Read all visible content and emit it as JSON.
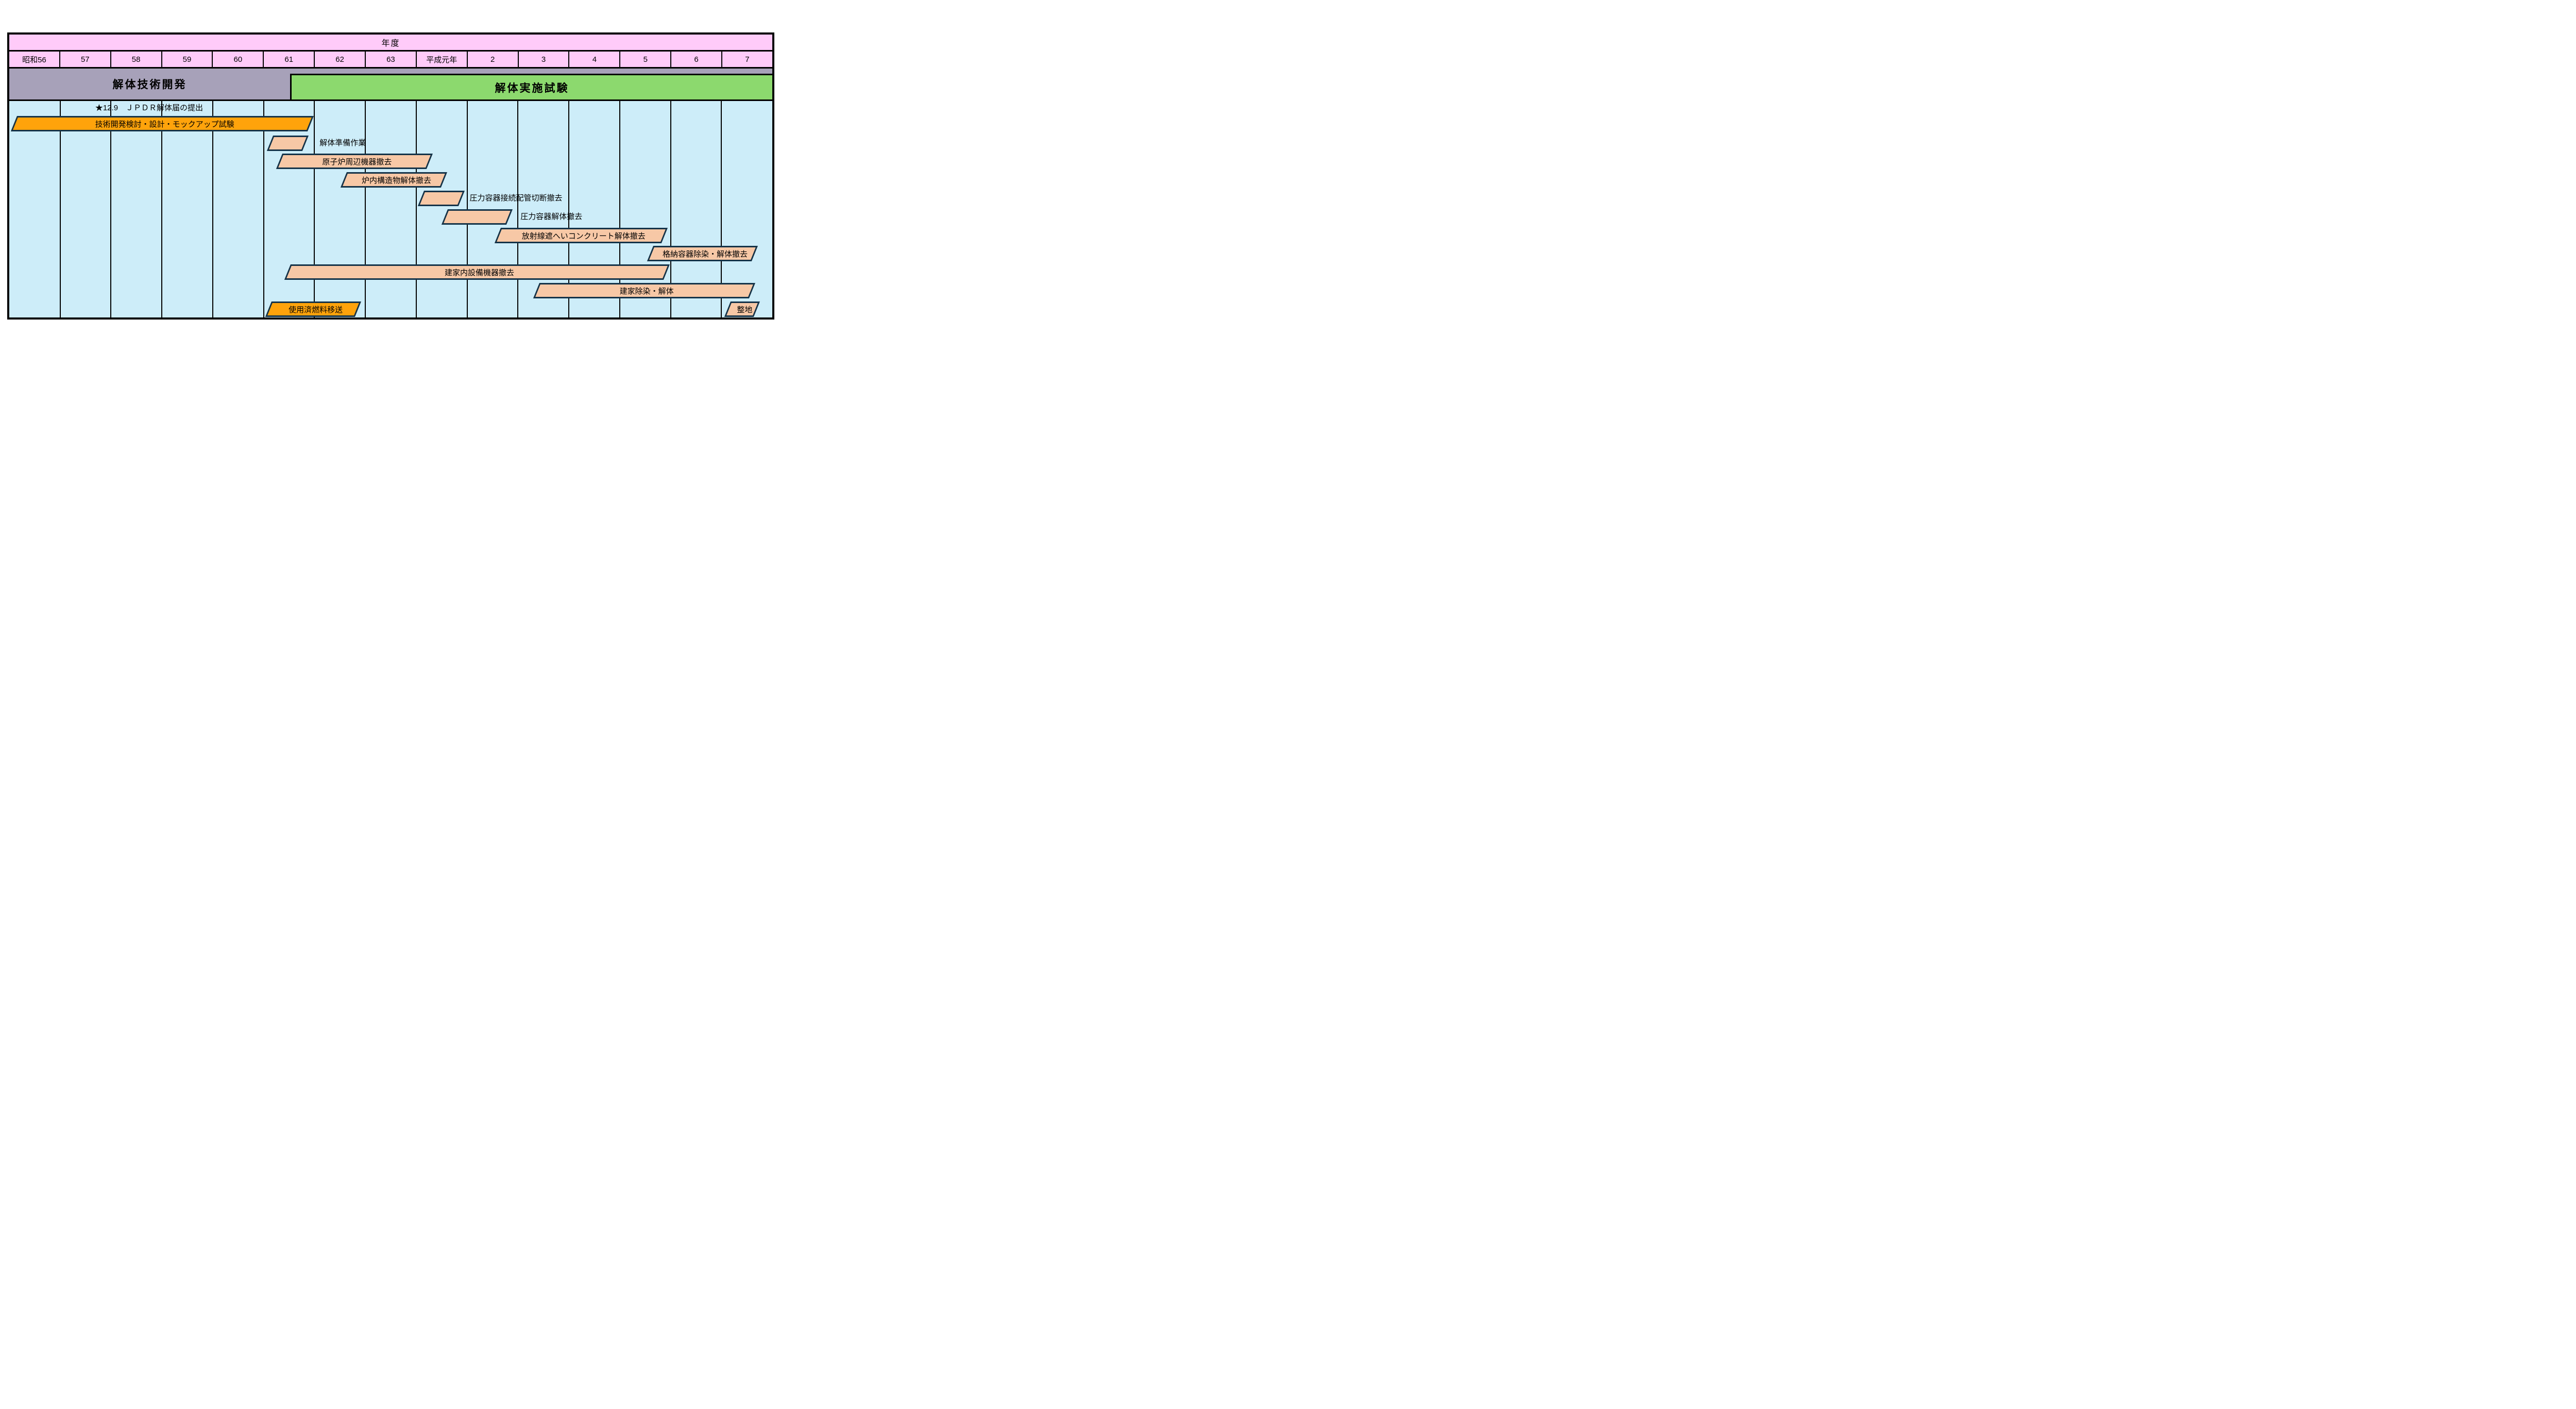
{
  "chart_data": {
    "type": "gantt",
    "title": "年度",
    "x_axis": {
      "unit": "fiscal-year",
      "categories": [
        "昭和56",
        "57",
        "58",
        "59",
        "60",
        "61",
        "62",
        "63",
        "平成元年",
        "2",
        "3",
        "4",
        "5",
        "6",
        "7"
      ],
      "range": [
        0,
        15
      ],
      "grid": true
    },
    "phases": [
      {
        "label": "解体技術開発",
        "start": 0,
        "end": 5.52,
        "color_key": "phase_dev_purple"
      },
      {
        "label": "解体実施試験",
        "start": 5.52,
        "end": 15,
        "color_key": "phase_exec_green"
      }
    ],
    "milestones": [
      {
        "label": "★12.9　ＪＰＤＲ解体届の提出",
        "x": 1.69,
        "row": 0
      }
    ],
    "tasks": [
      {
        "label": "技術開発検討・設計・モックアップ試験",
        "row": 1,
        "start": 0.15,
        "end": 5.98,
        "color": "orange",
        "label_pos": "inside"
      },
      {
        "label": "解体準備作業",
        "row": 2,
        "start": 5.19,
        "end": 5.89,
        "color": "peach",
        "label_pos": "right",
        "label_x": 6.1
      },
      {
        "label": "原子炉周辺機器撤去",
        "row": 3,
        "start": 5.37,
        "end": 8.33,
        "color": "peach",
        "label_pos": "inside"
      },
      {
        "label": "炉内構造物解体撤去",
        "row": 4,
        "start": 6.63,
        "end": 8.61,
        "color": "peach",
        "label_pos": "inside"
      },
      {
        "label": "圧力容器接続配管切断撤去",
        "row": 5,
        "start": 8.15,
        "end": 8.95,
        "color": "peach",
        "label_pos": "right",
        "label_x": 9.05
      },
      {
        "label": "圧力容器解体撤去",
        "row": 6,
        "start": 8.62,
        "end": 9.9,
        "color": "peach",
        "label_pos": "right",
        "label_x": 10.05
      },
      {
        "label": "放射線遮へいコンクリート解体撤去",
        "row": 7,
        "start": 9.66,
        "end": 12.94,
        "color": "peach",
        "label_pos": "inside"
      },
      {
        "label": "格納容器除染・解体撤去",
        "row": 8,
        "start": 12.66,
        "end": 14.72,
        "color": "peach",
        "label_pos": "inside"
      },
      {
        "label": "建家内設備機器撤去",
        "row": 9,
        "start": 5.53,
        "end": 12.98,
        "color": "peach",
        "label_pos": "inside"
      },
      {
        "label": "建家除染・解体",
        "row": 10,
        "start": 10.42,
        "end": 14.66,
        "color": "peach",
        "label_pos": "inside"
      },
      {
        "label": "使用済燃料移送",
        "row": 11,
        "start": 5.16,
        "end": 6.92,
        "color": "orange",
        "label_pos": "inside"
      },
      {
        "label": "整地",
        "row": 11,
        "start": 14.18,
        "end": 14.76,
        "color": "peach",
        "label_pos": "inside"
      }
    ]
  },
  "colors": {
    "header_pink": "#FFCBF9",
    "phase_dev_purple": "#A7A1B9",
    "phase_exec_green": "#8CD96E",
    "chart_bg_blue": "#CDEDF9",
    "bar_peach": "#F7C8A6",
    "bar_orange": "#FFA30B",
    "bar_border_navy": "#143349",
    "grid_black": "#000000"
  }
}
